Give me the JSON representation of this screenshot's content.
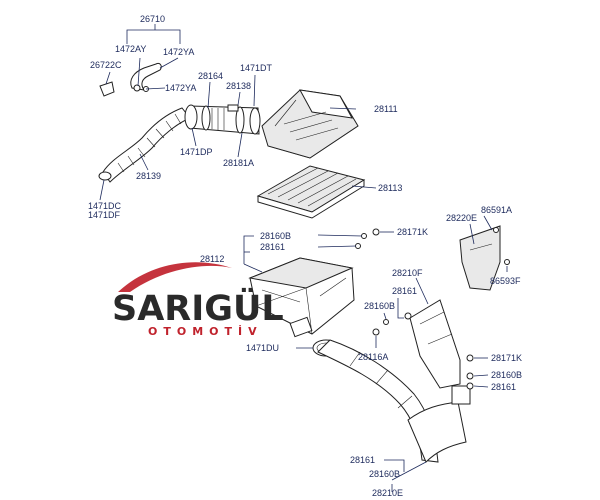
{
  "brand": {
    "name": "SARIGÜL",
    "tagline": "OTOMOTİV",
    "accent_color": "#c0222c",
    "text_color": "#2a2a2a"
  },
  "label_color": "#1d2a5c",
  "labels": {
    "p26710": "26710",
    "p1472AY": "1472AY",
    "p1472YA_a": "1472YA",
    "p26722C": "26722C",
    "p1472YA_b": "1472YA",
    "p28164": "28164",
    "p1471DT": "1471DT",
    "p28138": "28138",
    "p28111": "28111",
    "p1471DP": "1471DP",
    "p28181A": "28181A",
    "p28139": "28139",
    "p1471DC": "1471DC",
    "p1471DF": "1471DF",
    "p28113": "28113",
    "p86591A": "86591A",
    "p28220E": "28220E",
    "p28160B_a": "28160B",
    "p28171K_a": "28171K",
    "p28161_a": "28161",
    "p28112": "28112",
    "p86593F": "86593F",
    "p28210F": "28210F",
    "p28161_b": "28161",
    "p28160B_b": "28160B",
    "p1471DU": "1471DU",
    "p28116A": "28116A",
    "p28171K_b": "28171K",
    "p28160B_c": "28160B",
    "p28161_c": "28161",
    "p28161_d": "28161",
    "p28160B_d": "28160B",
    "p28210E": "28210E"
  }
}
